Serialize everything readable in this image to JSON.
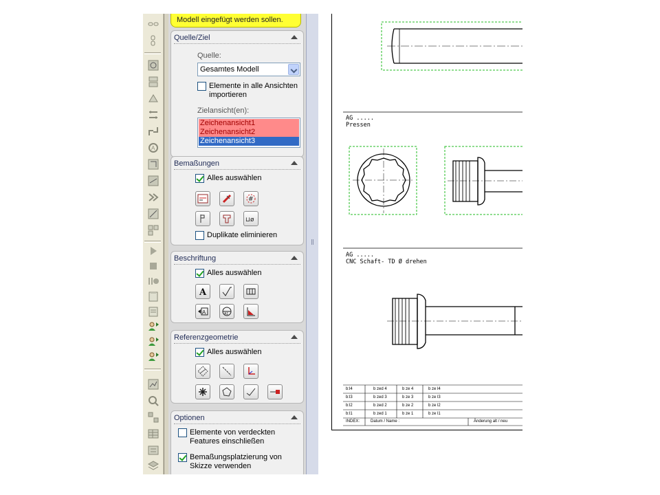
{
  "message": {
    "text": "Modell eingefügt werden sollen."
  },
  "quelle_ziel": {
    "title": "Quelle/Ziel",
    "quelle_label": "Quelle:",
    "quelle_value": "Gesamtes Modell",
    "import_all_line1": "Elemente in alle Ansichten",
    "import_all_line2": "importieren",
    "import_all_checked": false,
    "ziel_label": "Zielansicht(en):",
    "views": [
      "Zeichenansicht1",
      "Zeichenansicht2",
      "Zeichenansicht3"
    ],
    "selected_view": "Zeichenansicht3"
  },
  "bemassungen": {
    "title": "Bemaßungen",
    "select_all": "Alles auswählen",
    "select_all_checked": true,
    "duplicates": "Duplikate eliminieren",
    "duplicates_checked": false,
    "buttons": [
      "model-dimension-icon",
      "tolerance-dimension-icon",
      "instance-count-icon",
      "hole-callout-icon",
      "hole-wizard-icon",
      "diameter-icon"
    ]
  },
  "beschriftung": {
    "title": "Beschriftung",
    "select_all": "Alles auswählen",
    "select_all_checked": true,
    "buttons": [
      "note-icon",
      "surface-finish-icon",
      "geometric-tolerance-icon",
      "datum-feature-icon",
      "datum-target-icon",
      "weld-symbol-icon"
    ]
  },
  "referenzgeometrie": {
    "title": "Referenzgeometrie",
    "select_all": "Alles auswählen",
    "select_all_checked": true,
    "buttons": [
      "plane-icon",
      "axis-icon",
      "coordinate-system-icon",
      "origin-icon",
      "point-icon",
      "curve-icon",
      "route-point-icon"
    ]
  },
  "optionen": {
    "title": "Optionen",
    "hidden_line1": "Elemente von verdeckten",
    "hidden_line2": "Features einschließen",
    "hidden_checked": false,
    "sketch_line1": "Bemaßungsplatzierung von",
    "sketch_line2": "Skizze verwenden",
    "sketch_checked": true
  },
  "drawing": {
    "section2_line1": "AG .....",
    "section2_line2": "Pressen",
    "section3_line1": "AG .....",
    "section3_line2": "CNC Schaft- TD Ø drehen",
    "title_block": [
      [
        "b:l4",
        "b zed 4",
        "b ze 4",
        "b ze l4"
      ],
      [
        "b:l3",
        "b zed 3",
        "b ze 3",
        "b ze l3"
      ],
      [
        "b:l2",
        "b zed 2",
        "b ze 2",
        "b ze l2"
      ],
      [
        "b:l1",
        "b zed 1",
        "b ze 1",
        "b ze l1"
      ]
    ],
    "index_label": "INDEX:",
    "datum_label": "Datum / Name :",
    "change_label": "Änderung alt / neu"
  },
  "colors": {
    "panel": "#d9d9d9",
    "group": "#f0f0f0",
    "message": "#ffff33",
    "list_item": "#ff8a8a",
    "list_selected": "#316ac5",
    "view_border": "#22bb22"
  }
}
